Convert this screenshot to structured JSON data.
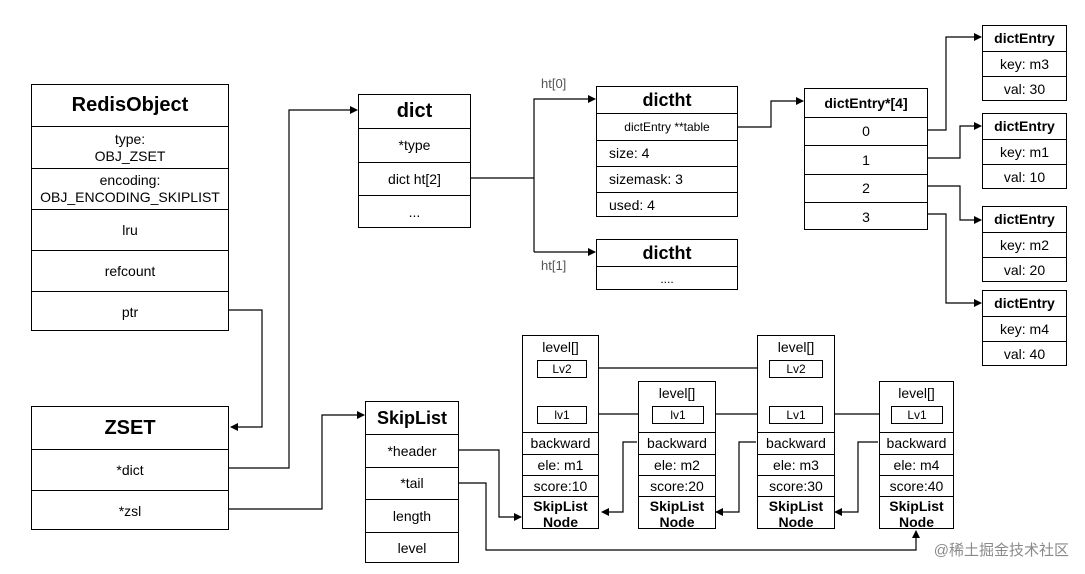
{
  "redisobject": {
    "title": "RedisObject",
    "type_line1": "type:",
    "type_line2": "OBJ_ZSET",
    "enc_line1": "encoding:",
    "enc_line2": "OBJ_ENCODING_SKIPLIST",
    "lru": "lru",
    "refcount": "refcount",
    "ptr": "ptr"
  },
  "zset": {
    "title": "ZSET",
    "dict": "*dict",
    "zsl": "*zsl"
  },
  "dict": {
    "title": "dict",
    "type": "*type",
    "ht": "dict ht[2]",
    "more": "..."
  },
  "dictht0": {
    "label": "ht[0]",
    "title": "dictht",
    "table": "dictEntry **table",
    "size": "size: 4",
    "sizemask": "sizemask: 3",
    "used": "used: 4"
  },
  "dictht1": {
    "label": "ht[1]",
    "title": "dictht",
    "more": "...."
  },
  "table": {
    "title": "dictEntry*[4]",
    "slots": [
      "0",
      "1",
      "2",
      "3"
    ]
  },
  "entries": [
    {
      "title": "dictEntry",
      "key": "key: m3",
      "val": "val: 30"
    },
    {
      "title": "dictEntry",
      "key": "key: m1",
      "val": "val: 10"
    },
    {
      "title": "dictEntry",
      "key": "key: m2",
      "val": "val: 20"
    },
    {
      "title": "dictEntry",
      "key": "key: m4",
      "val": "val: 40"
    }
  ],
  "skiplist": {
    "title": "SkipList",
    "header": "*header",
    "tail": "*tail",
    "length": "length",
    "level": "level"
  },
  "nodes": [
    {
      "level": "level[]",
      "lv2": "Lv2",
      "lv1": "lv1",
      "backward": "backward",
      "ele": "ele: m1",
      "score": "score:10",
      "name1": "SkipList",
      "name2": "Node"
    },
    {
      "level": "level[]",
      "lv1": "lv1",
      "backward": "backward",
      "ele": "ele: m2",
      "score": "score:20",
      "name1": "SkipList",
      "name2": "Node"
    },
    {
      "level": "level[]",
      "lv2": "Lv2",
      "lv1": "Lv1",
      "backward": "backward",
      "ele": "ele: m3",
      "score": "score:30",
      "name1": "SkipList",
      "name2": "Node"
    },
    {
      "level": "level[]",
      "lv1": "Lv1",
      "backward": "backward",
      "ele": "ele: m4",
      "score": "score:40",
      "name1": "SkipList",
      "name2": "Node"
    }
  ],
  "watermark": "@稀土掘金技术社区"
}
